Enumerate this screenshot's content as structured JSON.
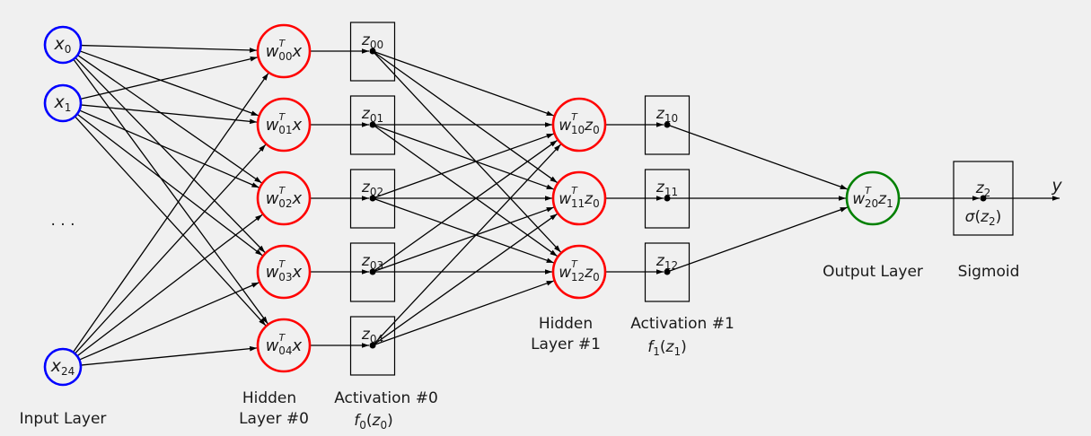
{
  "diagram": {
    "type": "neural-network",
    "colors": {
      "input": "#0000ff",
      "hidden": "#ff0000",
      "output": "#008000",
      "edge": "#000000",
      "background": "#f0f0f0"
    },
    "input_layer": {
      "label": "Input Layer",
      "ellipsis": "· · ·",
      "nodes": [
        {
          "var": "x",
          "sub": "0"
        },
        {
          "var": "x",
          "sub": "1"
        },
        {
          "var": "x",
          "sub": "24"
        }
      ]
    },
    "hidden_layer_0": {
      "label_line1": "Hidden",
      "label_line2": "Layer #0",
      "nodes": [
        {
          "w": "w",
          "sup": "T",
          "sub": "00",
          "rest": "x"
        },
        {
          "w": "w",
          "sup": "T",
          "sub": "01",
          "rest": "x"
        },
        {
          "w": "w",
          "sup": "T",
          "sub": "02",
          "rest": "x"
        },
        {
          "w": "w",
          "sup": "T",
          "sub": "03",
          "rest": "x"
        },
        {
          "w": "w",
          "sup": "T",
          "sub": "04",
          "rest": "x"
        }
      ]
    },
    "activation_0": {
      "label_line1": "Activation #0",
      "func": {
        "f": "f",
        "fsub": "0",
        "arg": "z",
        "argsub": "0"
      },
      "boxes": [
        {
          "var": "z",
          "sub": "00"
        },
        {
          "var": "z",
          "sub": "01"
        },
        {
          "var": "z",
          "sub": "02"
        },
        {
          "var": "z",
          "sub": "03"
        },
        {
          "var": "z",
          "sub": "04"
        }
      ]
    },
    "hidden_layer_1": {
      "label_line1": "Hidden",
      "label_line2": "Layer #1",
      "nodes": [
        {
          "w": "w",
          "sup": "T",
          "sub": "10",
          "rest": "z",
          "restsub": "0"
        },
        {
          "w": "w",
          "sup": "T",
          "sub": "11",
          "rest": "z",
          "restsub": "0"
        },
        {
          "w": "w",
          "sup": "T",
          "sub": "12",
          "rest": "z",
          "restsub": "0"
        }
      ]
    },
    "activation_1": {
      "label_line1": "Activation #1",
      "func": {
        "f": "f",
        "fsub": "1",
        "arg": "z",
        "argsub": "1"
      },
      "boxes": [
        {
          "var": "z",
          "sub": "10"
        },
        {
          "var": "z",
          "sub": "11"
        },
        {
          "var": "z",
          "sub": "12"
        }
      ]
    },
    "output_layer": {
      "label": "Output Layer",
      "node": {
        "w": "w",
        "sup": "T",
        "sub": "20",
        "rest": "z",
        "restsub": "1"
      }
    },
    "sigmoid": {
      "label": "Sigmoid",
      "var": "z",
      "sub": "2",
      "func": {
        "f": "σ",
        "arg": "z",
        "argsub": "2"
      }
    },
    "output": {
      "var": "y"
    }
  }
}
